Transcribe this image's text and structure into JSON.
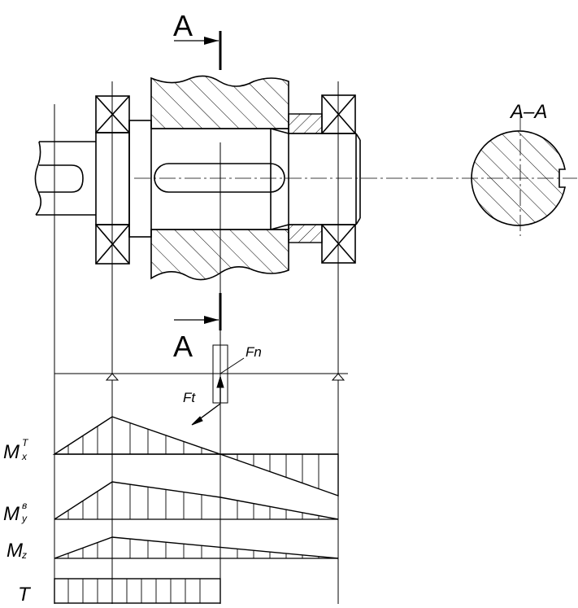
{
  "section_label_top": "A",
  "section_label_bottom": "A",
  "section_view_title": "A–A",
  "force_labels": {
    "normal": "Fn",
    "tangential": "Ft"
  },
  "diagram_labels": {
    "mx": {
      "main": "M",
      "sup": "T",
      "sub": "x"
    },
    "my": {
      "main": "M",
      "sup": "в",
      "sub": "y"
    },
    "mz": {
      "main": "M",
      "sub": "z"
    },
    "t": {
      "main": "T"
    }
  }
}
